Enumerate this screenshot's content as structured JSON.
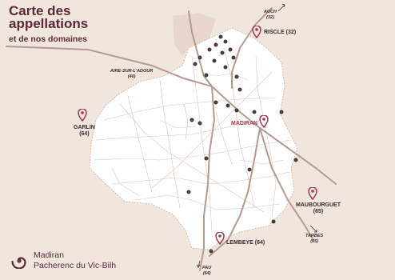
{
  "title": {
    "line1": "Carte des",
    "line2": "appellations",
    "subtitle": "et de nos domaines"
  },
  "places": {
    "auch": {
      "name": "AUCH",
      "code": "(32)"
    },
    "riscle": {
      "name": "RISCLE (32)"
    },
    "aire": {
      "name": "AIRE-SUR-L'ADOUR",
      "code": "(40)"
    },
    "garlin": {
      "name": "GARLIN",
      "code": "(64)"
    },
    "madiran": {
      "name": "MADIRAN"
    },
    "maubourguet": {
      "name": "MAUBOURGUET",
      "code": "(65)"
    },
    "tarbes": {
      "name": "TARBES",
      "code": "(65)"
    },
    "lembeye": {
      "name": "LEMBEYE (64)"
    },
    "pau": {
      "name": "PAU",
      "code": "(64)"
    }
  },
  "legend": {
    "line1": "Madiran",
    "line2": "Pacherenc du Vic-Bilh"
  },
  "colors": {
    "brand": "#5b2a35",
    "pin": "#a03a4d",
    "road": "#b59a92",
    "zone": "#ffffff",
    "background": "#f1e6de"
  }
}
